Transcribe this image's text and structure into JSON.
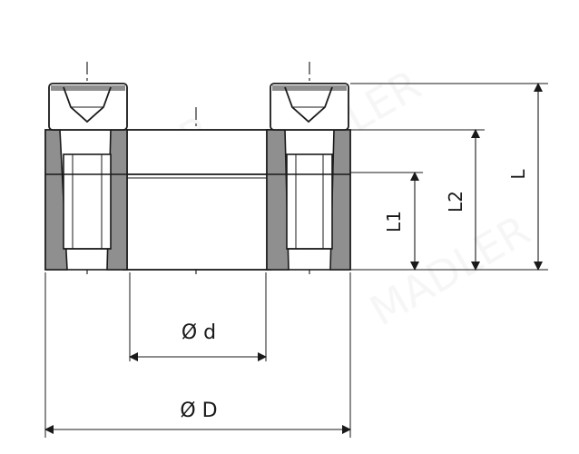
{
  "drawing": {
    "labels": {
      "inner_diameter": "Ø d",
      "outer_diameter": "Ø D",
      "length_L1": "L1",
      "length_L2": "L2",
      "length_L": "L"
    },
    "colors": {
      "outline": "#1a1a1a",
      "body_fill": "#ffffff",
      "hatch_fill": "#8f8f8f",
      "dim_line": "#1a1a1a",
      "center_line": "#2a2a2a"
    },
    "watermark_text": "MADLER"
  }
}
